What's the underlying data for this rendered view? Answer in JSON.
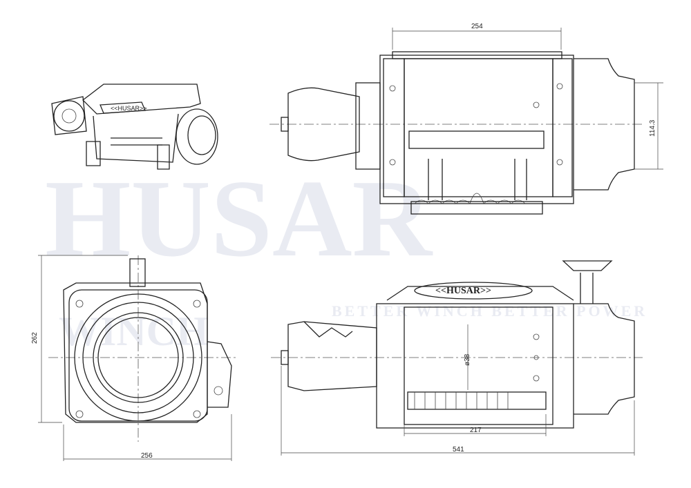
{
  "watermark": {
    "brand": "HUSAR",
    "sub": "WINCH",
    "slogan": "BETTER WINCH BETTER POWER"
  },
  "logo_plate": "<<HUSAR>>",
  "dimensions": {
    "top_length": "254",
    "top_height": "114.3",
    "front_height": "262",
    "front_width": "256",
    "side_total": "541",
    "side_drum": "217",
    "drum_diameter": "ø38"
  }
}
